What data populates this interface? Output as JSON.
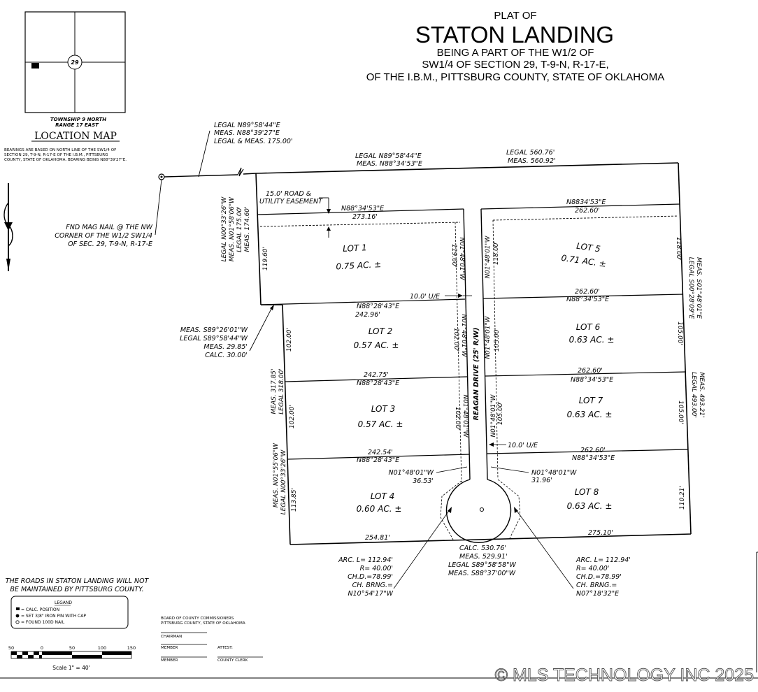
{
  "title": {
    "line1": "PLAT OF",
    "line2": "STATON LANDING",
    "line3": "BEING A PART OF  THE W1/2 OF",
    "line4": "SW1/4 OF SECTION 29, T-9-N, R-17-E,",
    "line5": "OF THE I.B.M., PITTSBURG COUNTY, STATE OF OKLAHOMA"
  },
  "location_map": {
    "section_number": "29",
    "township": "TOWNSHIP  9  NORTH",
    "range": "RANGE 17 EAST",
    "heading": "LOCATION MAP"
  },
  "bearings_note": [
    "BEARINGS ARE BASED ON NORTH LINE OF THE SW1/4 OF",
    "SECTION 29, T-9-N, R-17-E OF THE I.B.M., PITTSBURG",
    "COUNTY, STATE OF OKLAHOMA. BEARING BEING N88°39'27\"E."
  ],
  "nw_corner_labels": [
    "LEGAL  N89°58'44\"E",
    "MEAS.  N88°39'27\"E",
    "LEGAL & MEAS.  175.00'"
  ],
  "fnd_nail_note": [
    "FND MAG NAIL @ THE NW",
    "CORNER OF THE W1/2 SW1/4",
    "OF SEC. 29, T-9-N, R-17-E"
  ],
  "north_line": {
    "legal_bearing": "LEGAL  N89°58'44\"E",
    "meas_bearing": "MEAS.  N88°34'53\"E",
    "legal_dist": "LEGAL  560.76'",
    "meas_dist": "MEAS.  560.92'"
  },
  "easement_note": [
    "15.0' ROAD &",
    "UTILITY EASEMENT"
  ],
  "west_line_top": [
    "LEGAL  N00°33'26\"W",
    "MEAS.  N01°58'06\"W",
    "LEGAL  175.00'",
    "MEAS.  174.60'"
  ],
  "west_line_bottom": [
    "MEAS.  N01°55'06\"W",
    "LEGAL  N00°33'26\"W",
    "MEAS.  317.85'",
    "LEGAL  318.00'"
  ],
  "east_line_top": [
    "LEGAL  S00°28'09\"E",
    "MEAS.  S01°48'01\"E"
  ],
  "east_line_bottom": [
    "LEGAL  493.00'",
    "MEAS.  493.21'"
  ],
  "lot1_south_note": [
    "MEAS.  S89°26'01\"W",
    "LEGAL  S89°58'44\"W",
    "MEAS.  29.85'",
    "CALC.  30.00'"
  ],
  "lots": [
    {
      "name": "LOT 1",
      "area": "0.75  AC.  ±"
    },
    {
      "name": "LOT 2",
      "area": "0.57  AC.  ±"
    },
    {
      "name": "LOT 3",
      "area": "0.57  AC.  ±"
    },
    {
      "name": "LOT 4",
      "area": "0.60  AC.  ±"
    },
    {
      "name": "LOT 5",
      "area": "0.71  AC.  ±"
    },
    {
      "name": "LOT 6",
      "area": "0.63  AC.  ±"
    },
    {
      "name": "LOT 7",
      "area": "0.63  AC.  ±"
    },
    {
      "name": "LOT 8",
      "area": "0.63  AC.  ±"
    }
  ],
  "lines": {
    "w_top_bearing": "N88°34'53\"E",
    "w_top_dist": "273.16'",
    "e_top_bearing": "N8834'53\"E",
    "e_top_dist": "262.60'",
    "l1_depth_w": "119.60'",
    "l1_depth_e": "119.60'",
    "l1_east_bearing": "N01°48'01\"W",
    "l5_west_bearing": "N01°48'01\"W",
    "l5_depth": "118.00'",
    "l5_depth_e": "118.00'",
    "ue_label": "10.0' U/E",
    "l12_bearing": "N88°28'43\"E",
    "l12_dist": "242.96'",
    "l56_dist": "262.60'",
    "l56_bearing": "N88°34'53\"E",
    "l2_depth": "102.00'",
    "l2_east_dist": "102.00'",
    "l2_east_bearing": "N01°48'01\"W",
    "l6_west_bearing": "N01°48'01\"W",
    "l6_west_dist": "105.00'",
    "l6_east_dist": "105.00'",
    "road_name": "REAGAN  DRIVE  (25'  R/W)",
    "l23_dist": "242.75'",
    "l23_bearing": "N88°28'43\"E",
    "l67_dist": "262.60'",
    "l67_bearing": "N88°34'53\"E",
    "l3_depth": "102.00'",
    "l3_east_dist": "102.00'",
    "l3_east_bearing": "N01°48'01\"W",
    "l7_west_bearing": "N01°48'01\"W",
    "l7_west_dist": "105.00'",
    "l7_east_dist": "105.00'",
    "ue_label2": "10.0'  U/E",
    "l34_dist": "242.54'",
    "l34_bearing": "N88°28'43\"E",
    "l78_dist": "262.60'",
    "l78_bearing": "N88°34'53\"E",
    "l4_west_dist": "113.85'",
    "l8_east_dist": "110.21'",
    "l4_south_dist": "254.81'",
    "l8_south_dist": "275.10'"
  },
  "lot4_neck": [
    "N01°48'01\"W",
    "36.53'"
  ],
  "lot8_neck": [
    "N01°48'01\"W",
    "31.96'"
  ],
  "south_line": [
    "CALC.  530.76'",
    "MEAS.  529.91'",
    "LEGAL  S89°58'58\"W",
    "MEAS.  S88°37'00\"W"
  ],
  "curve_left": [
    "ARC. L=  112.94'",
    "R=  40.00'",
    "CH.D.=78.99'",
    "CH.  BRNG.=",
    "N10°54'17\"W"
  ],
  "curve_right": [
    "ARC. L=  112.94'",
    "R=  40.00'",
    "CH.D.=78.99'",
    "CH.  BRNG.=",
    "N07°18'32\"E"
  ],
  "roads_note": [
    "THE ROADS IN STATON LANDING WILL NOT",
    "BE MAINTAINED BY PITTSBURG COUNTY."
  ],
  "legend": {
    "title": "LEGAND",
    "items": [
      "= CALC. POSITION",
      "= SET 3/8\" IRON PIN WITH CAP",
      "= FOUND 100D NAIL"
    ]
  },
  "scale_bar": {
    "ticks": [
      "50",
      "0",
      "50",
      "100",
      "150"
    ],
    "label": "Scale 1\" = 40'"
  },
  "signature_block": {
    "board": [
      "BOARD OF COUNTY COMMISSIONERS",
      "PITTSBURG COUNTY, STATE OF OKLAHOMA"
    ],
    "chairman": "CHAIRMAN",
    "member1": "MEMBER",
    "member2": "MEMBER",
    "attest": "ATTEST:",
    "county_clerk": "COUNTY CLERK"
  },
  "watermark": "© MLS TECHNOLOGY INC 2025"
}
